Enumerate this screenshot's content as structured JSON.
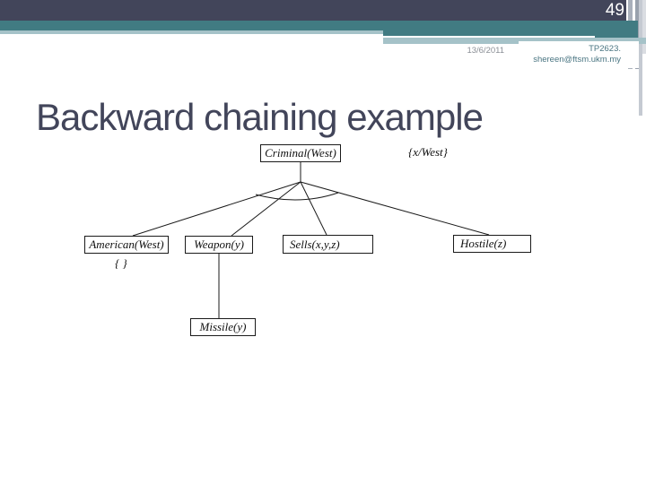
{
  "slide": {
    "page_number": "49",
    "title": "Backward chaining example",
    "date": "13/6/2011",
    "course_code": "TP2623.",
    "email": "shereen@ftsm.ukm.my"
  },
  "diagram": {
    "nodes": {
      "criminal": "Criminal(West)",
      "american": "American(West)",
      "weapon": "Weapon(y)",
      "sells": "Sells(x,y,z)",
      "hostile": "Hostile(z)",
      "missile": "Missile(y)"
    },
    "substitutions": {
      "root": "{x/West}",
      "american": "{ }"
    }
  },
  "theme": {
    "dark_bar_color": "#42455a",
    "teal_color": "#417b82",
    "light_teal_color": "#a5c2c8",
    "footer_text_color": "#4a7582",
    "date_text_color": "#8b8f96",
    "diagram_line_color": "#1a1a1a"
  }
}
